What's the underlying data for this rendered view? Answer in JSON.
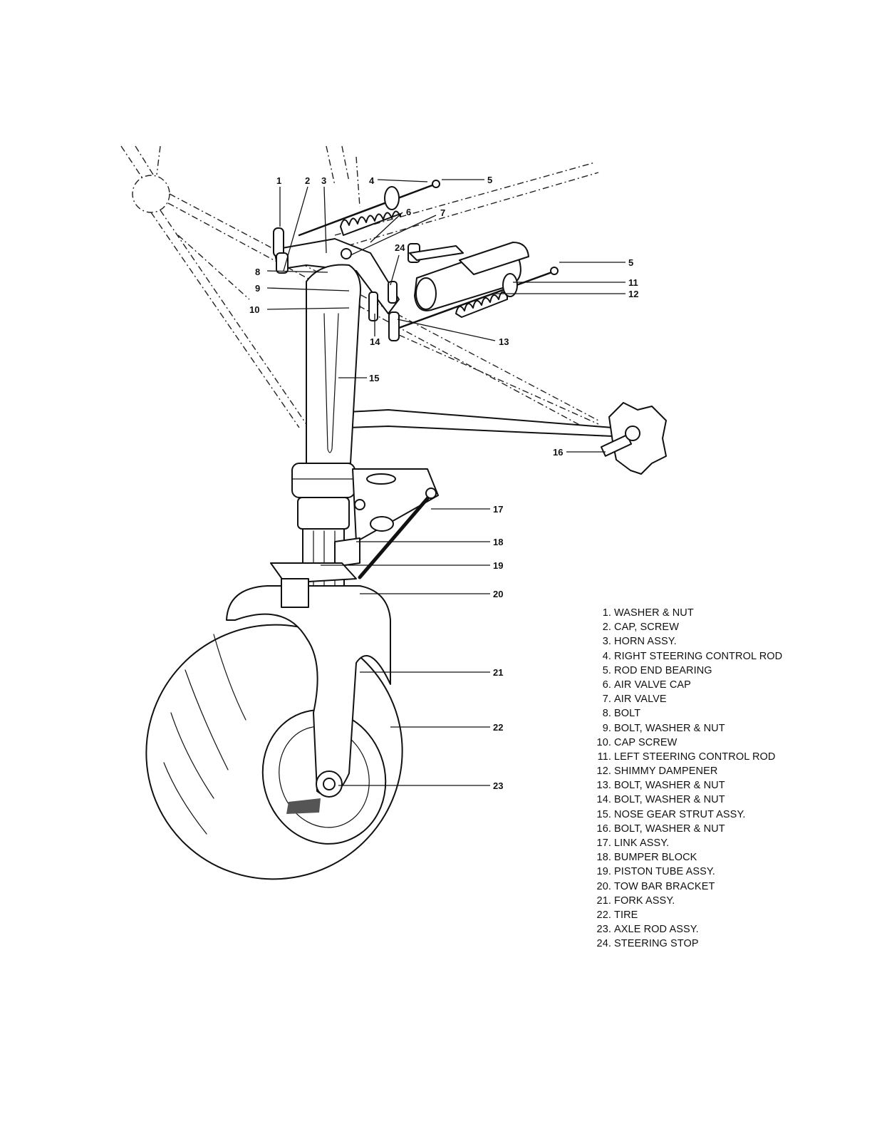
{
  "diagram": {
    "subject": "nose-landing-gear-exploded-view",
    "callouts": [
      "1",
      "2",
      "3",
      "4",
      "5",
      "6",
      "7",
      "8",
      "9",
      "10",
      "11",
      "12",
      "13",
      "14",
      "15",
      "16",
      "17",
      "18",
      "19",
      "20",
      "21",
      "22",
      "23",
      "24"
    ],
    "legend": [
      {
        "num": "1.",
        "label": "WASHER & NUT"
      },
      {
        "num": "2.",
        "label": "CAP, SCREW"
      },
      {
        "num": "3.",
        "label": "HORN ASSY."
      },
      {
        "num": "4.",
        "label": "RIGHT STEERING CONTROL ROD"
      },
      {
        "num": "5.",
        "label": "ROD END BEARING"
      },
      {
        "num": "6.",
        "label": "AIR VALVE CAP"
      },
      {
        "num": "7.",
        "label": "AIR VALVE"
      },
      {
        "num": "8.",
        "label": "BOLT"
      },
      {
        "num": "9.",
        "label": "BOLT, WASHER & NUT"
      },
      {
        "num": "10.",
        "label": "CAP SCREW"
      },
      {
        "num": "11.",
        "label": "LEFT STEERING CONTROL ROD"
      },
      {
        "num": "12.",
        "label": "SHIMMY DAMPENER"
      },
      {
        "num": "13.",
        "label": "BOLT, WASHER & NUT"
      },
      {
        "num": "14.",
        "label": "BOLT, WASHER & NUT"
      },
      {
        "num": "15.",
        "label": "NOSE GEAR STRUT ASSY."
      },
      {
        "num": "16.",
        "label": "BOLT, WASHER & NUT"
      },
      {
        "num": "17.",
        "label": "LINK ASSY."
      },
      {
        "num": "18.",
        "label": "BUMPER BLOCK"
      },
      {
        "num": "19.",
        "label": "PISTON TUBE ASSY."
      },
      {
        "num": "20.",
        "label": "TOW BAR BRACKET"
      },
      {
        "num": "21.",
        "label": "FORK ASSY."
      },
      {
        "num": "22.",
        "label": "TIRE"
      },
      {
        "num": "23.",
        "label": "AXLE ROD ASSY."
      },
      {
        "num": "24.",
        "label": "STEERING STOP"
      }
    ]
  },
  "colors": {
    "ink": "#111111",
    "paper": "#ffffff"
  }
}
